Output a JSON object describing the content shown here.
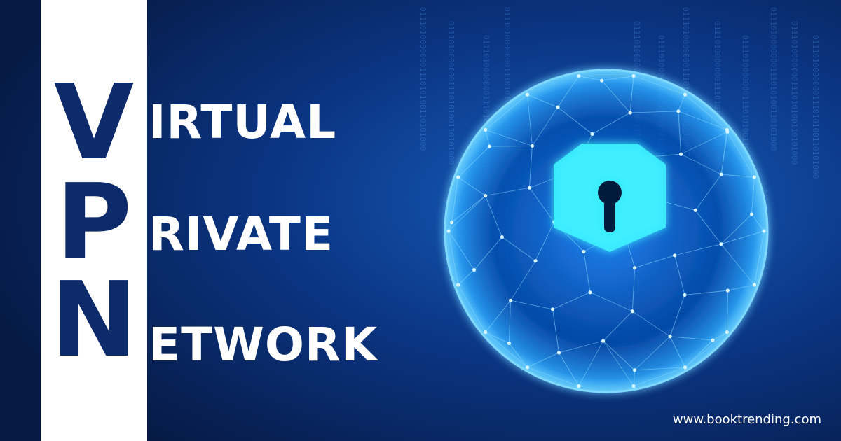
{
  "title": {
    "letters": [
      "V",
      "P",
      "N"
    ],
    "words": [
      "IRTUAL",
      "RIVATE",
      "ETWORK"
    ]
  },
  "footer": {
    "site": "www.booktrending.com"
  },
  "colors": {
    "background": "#08245a",
    "glow": "#2fa4ff",
    "letter": "#0d2a6b",
    "lock": "#3ff0ff"
  },
  "icons": {
    "center": "padlock-icon",
    "globe": "globe-network"
  }
}
